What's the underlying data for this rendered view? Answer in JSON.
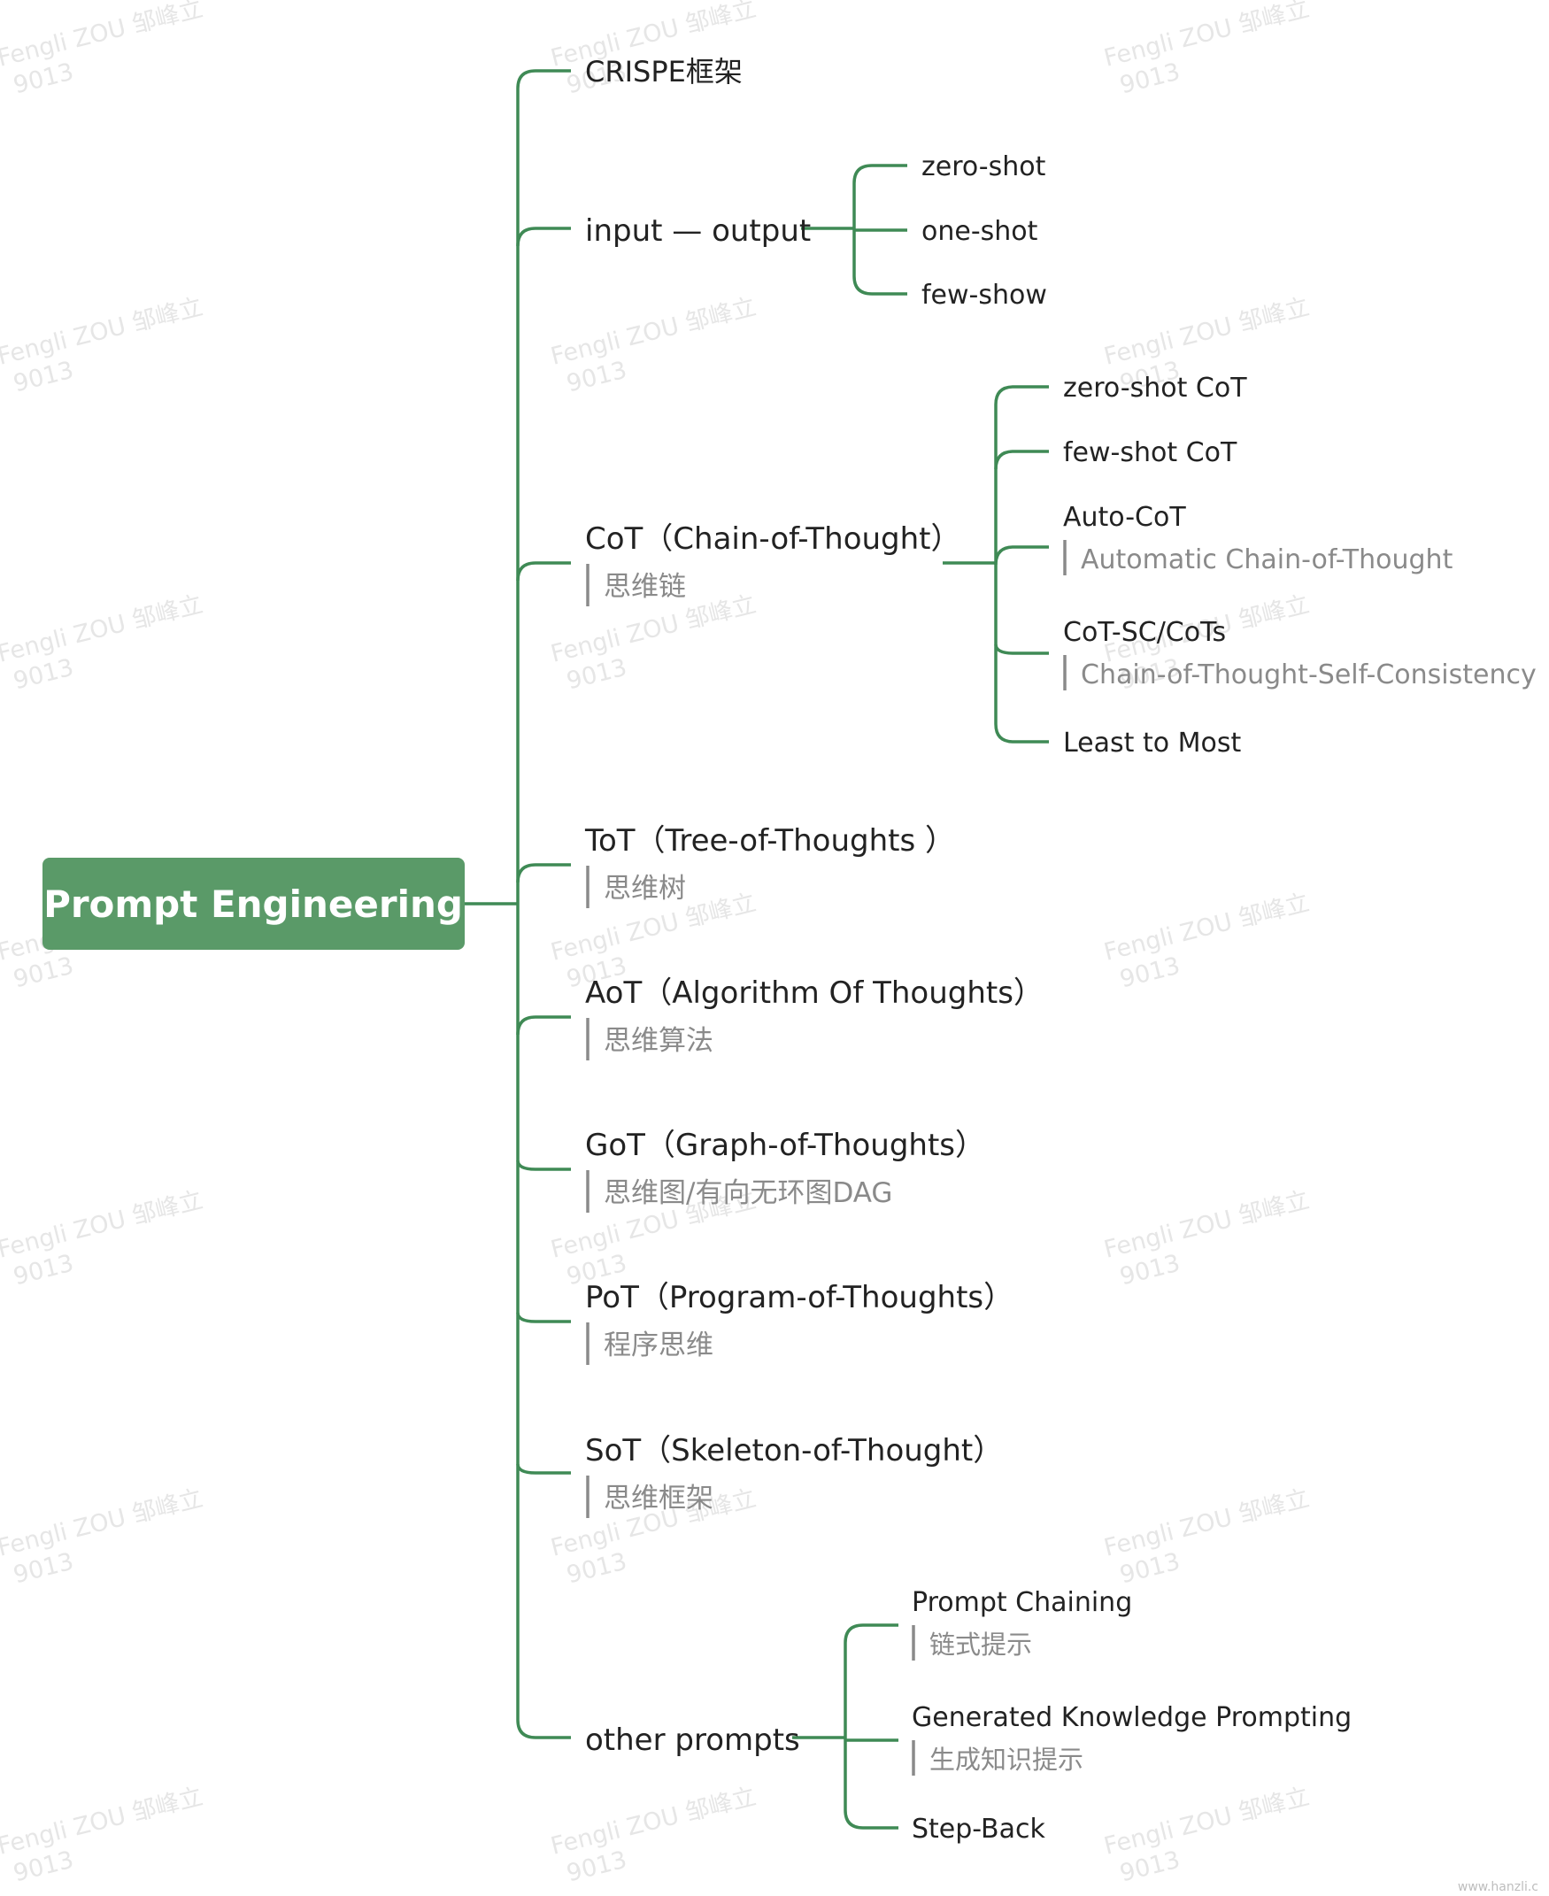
{
  "root": {
    "label": "Prompt Engineering"
  },
  "branches": [
    {
      "label": "CRISPE框架"
    },
    {
      "label": "input — output",
      "children": [
        {
          "label": "zero-shot"
        },
        {
          "label": "one-shot"
        },
        {
          "label": "few-show"
        }
      ]
    },
    {
      "label": "CoT（Chain-of-Thought）",
      "note": "思维链",
      "children": [
        {
          "label": "zero-shot CoT"
        },
        {
          "label": "few-shot CoT"
        },
        {
          "label": "Auto-CoT",
          "note": "Automatic Chain-of-Thought"
        },
        {
          "label": "CoT-SC/CoTs",
          "note": "Chain-of-Thought-Self-Consistency"
        },
        {
          "label": "Least to Most"
        }
      ]
    },
    {
      "label": "ToT（Tree-of-Thoughts ）",
      "note": "思维树"
    },
    {
      "label": "AoT（Algorithm Of Thoughts）",
      "note": "思维算法"
    },
    {
      "label": "GoT（Graph-of-Thoughts）",
      "note": "思维图/有向无环图DAG"
    },
    {
      "label": "PoT（Program-of-Thoughts）",
      "note": "程序思维"
    },
    {
      "label": "SoT（Skeleton-of-Thought）",
      "note": "思维框架"
    },
    {
      "label": "other prompts",
      "children": [
        {
          "label": "Prompt Chaining",
          "note": "链式提示"
        },
        {
          "label": "Generated Knowledge Prompting",
          "note": "生成知识提示"
        },
        {
          "label": "Step-Back"
        }
      ]
    }
  ],
  "watermark": {
    "line1": "Fengli ZOU 邹峰立",
    "line2": "9013"
  },
  "corner_mark": "www.hanzli.c",
  "colors": {
    "branch": "#3f8a55",
    "root_fill": "#5a9a68",
    "note": "#8a8a8a",
    "text": "#222222"
  }
}
